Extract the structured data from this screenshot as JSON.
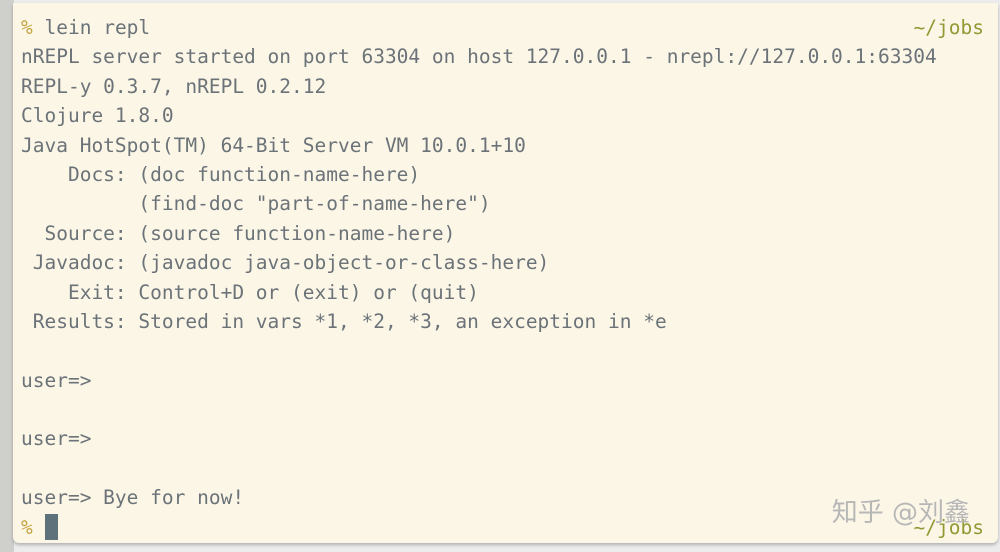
{
  "terminal": {
    "prompt_symbol": "%",
    "cwd": "~/jobs",
    "lines": [
      {
        "type": "command",
        "text": "lein repl"
      },
      {
        "type": "output",
        "text": "nREPL server started on port 63304 on host 127.0.0.1 - nrepl://127.0.0.1:63304"
      },
      {
        "type": "output",
        "text": "REPL-y 0.3.7, nREPL 0.2.12"
      },
      {
        "type": "output",
        "text": "Clojure 1.8.0"
      },
      {
        "type": "output",
        "text": "Java HotSpot(TM) 64-Bit Server VM 10.0.1+10"
      },
      {
        "type": "output",
        "text": "    Docs: (doc function-name-here)"
      },
      {
        "type": "output",
        "text": "          (find-doc \"part-of-name-here\")"
      },
      {
        "type": "output",
        "text": "  Source: (source function-name-here)"
      },
      {
        "type": "output",
        "text": " Javadoc: (javadoc java-object-or-class-here)"
      },
      {
        "type": "output",
        "text": "    Exit: Control+D or (exit) or (quit)"
      },
      {
        "type": "output",
        "text": " Results: Stored in vars *1, *2, *3, an exception in *e"
      },
      {
        "type": "blank",
        "text": ""
      },
      {
        "type": "output",
        "text": "user=>"
      },
      {
        "type": "blank",
        "text": ""
      },
      {
        "type": "output",
        "text": "user=>"
      },
      {
        "type": "blank",
        "text": ""
      },
      {
        "type": "output",
        "text": "user=> Bye for now!"
      }
    ],
    "final_prompt_cwd": "~/jobs"
  },
  "watermark": "知乎 @刘鑫",
  "colors": {
    "background": "#fcf6e7",
    "text": "#6b7378",
    "prompt": "#c4a23b",
    "cwd": "#8f9a34",
    "cursor": "#5e727c"
  }
}
